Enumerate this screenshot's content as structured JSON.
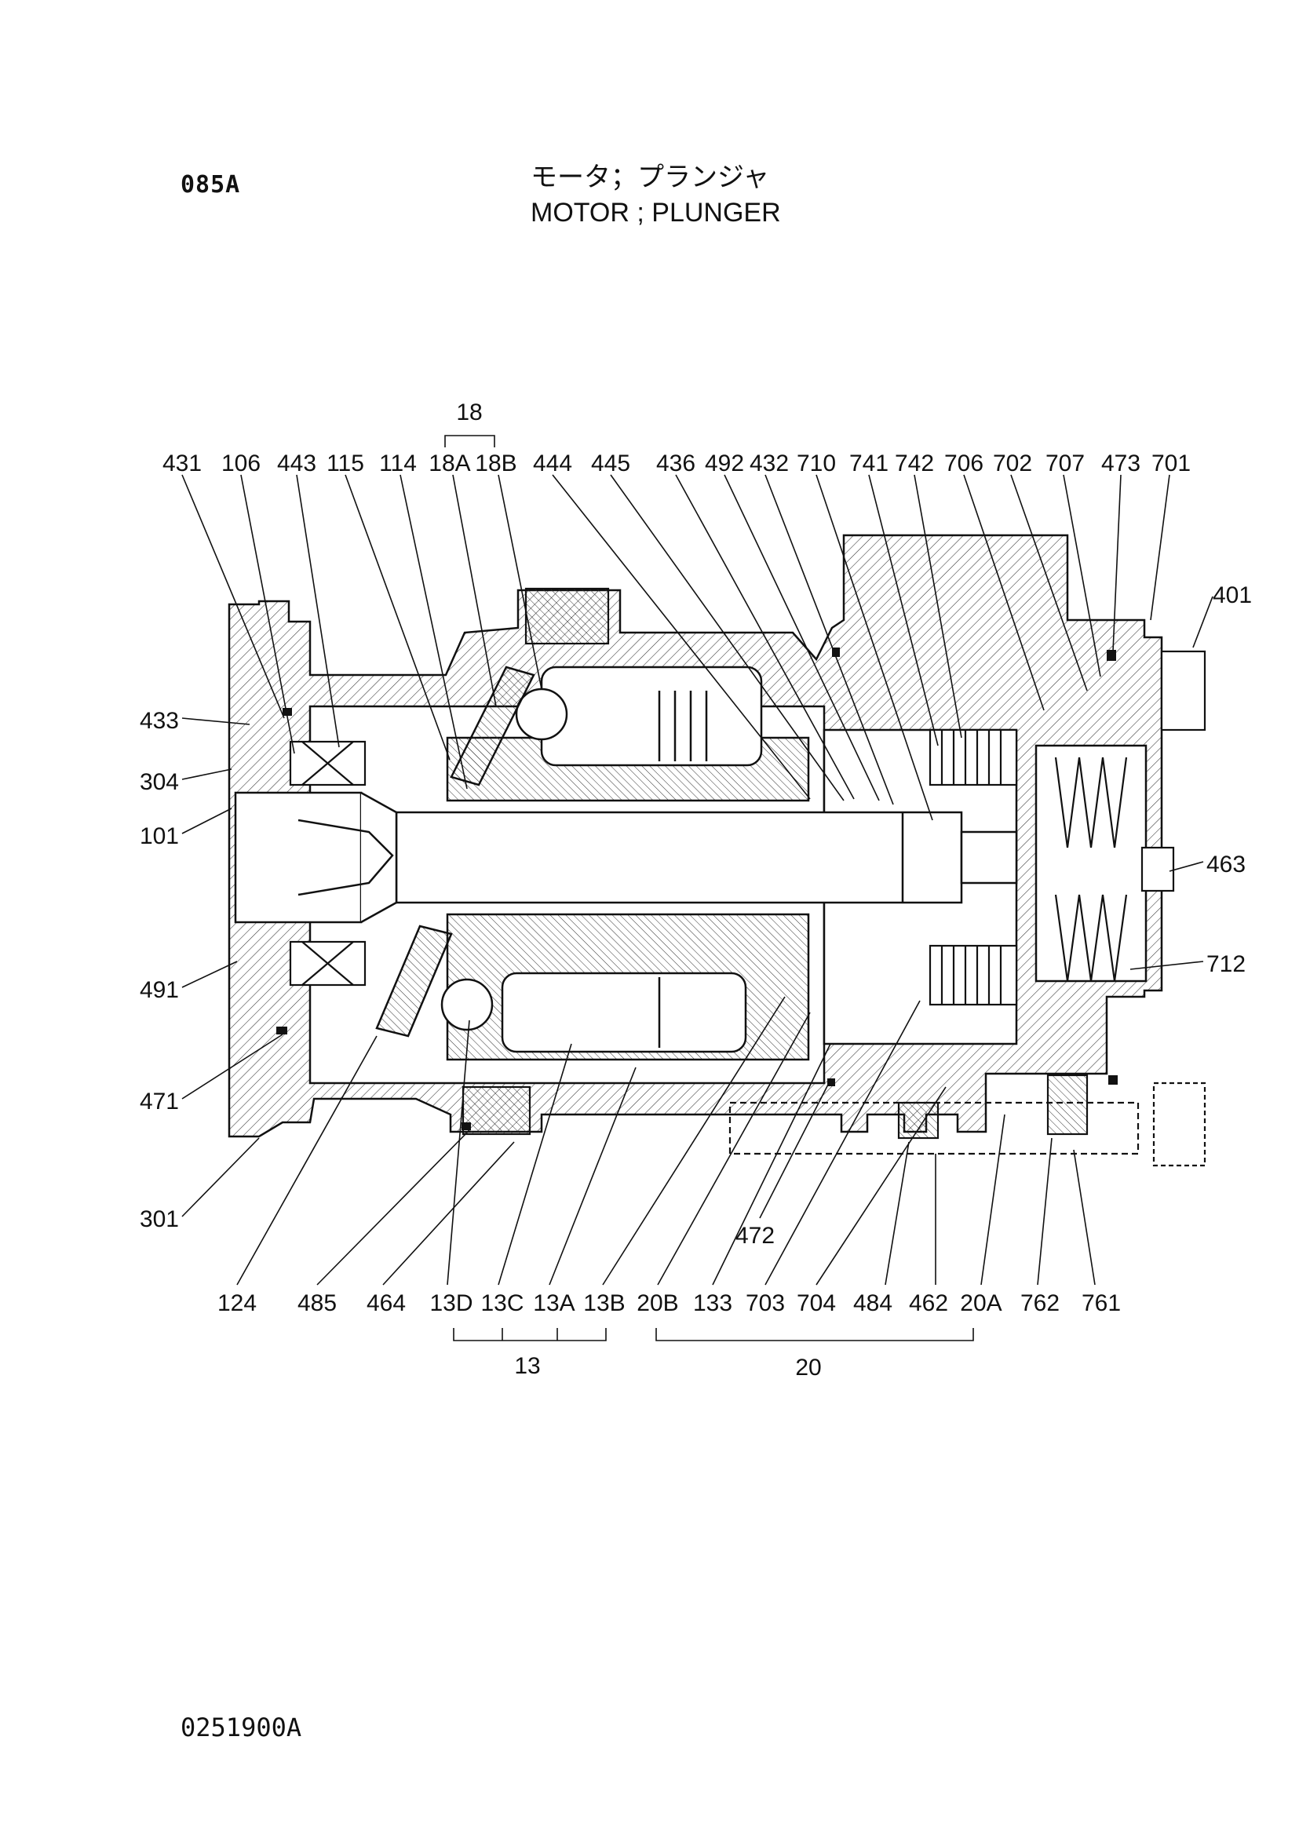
{
  "header": {
    "page_code": "085A",
    "title_jp": "モータ；プランジャ",
    "title_en": "MOTOR ; PLUNGER"
  },
  "footer": {
    "drawing_no": "0251900A"
  },
  "callouts": {
    "top": [
      "431",
      "106",
      "443",
      "115",
      "114",
      "18A",
      "18B",
      "444",
      "445",
      "436",
      "492",
      "432",
      "710",
      "741",
      "742",
      "706",
      "702",
      "707",
      "473",
      "701"
    ],
    "left": [
      "433",
      "304",
      "101",
      "491",
      "471",
      "301"
    ],
    "right": [
      "401",
      "463",
      "712"
    ],
    "bottom": [
      "124",
      "485",
      "464",
      "13D",
      "13C",
      "13A",
      "13B",
      "20B",
      "133",
      "703",
      "704",
      "484",
      "462",
      "20A",
      "762",
      "761"
    ],
    "mid": [
      "472"
    ]
  },
  "groups": {
    "group_18": "18",
    "group_13": "13",
    "group_20": "20"
  }
}
